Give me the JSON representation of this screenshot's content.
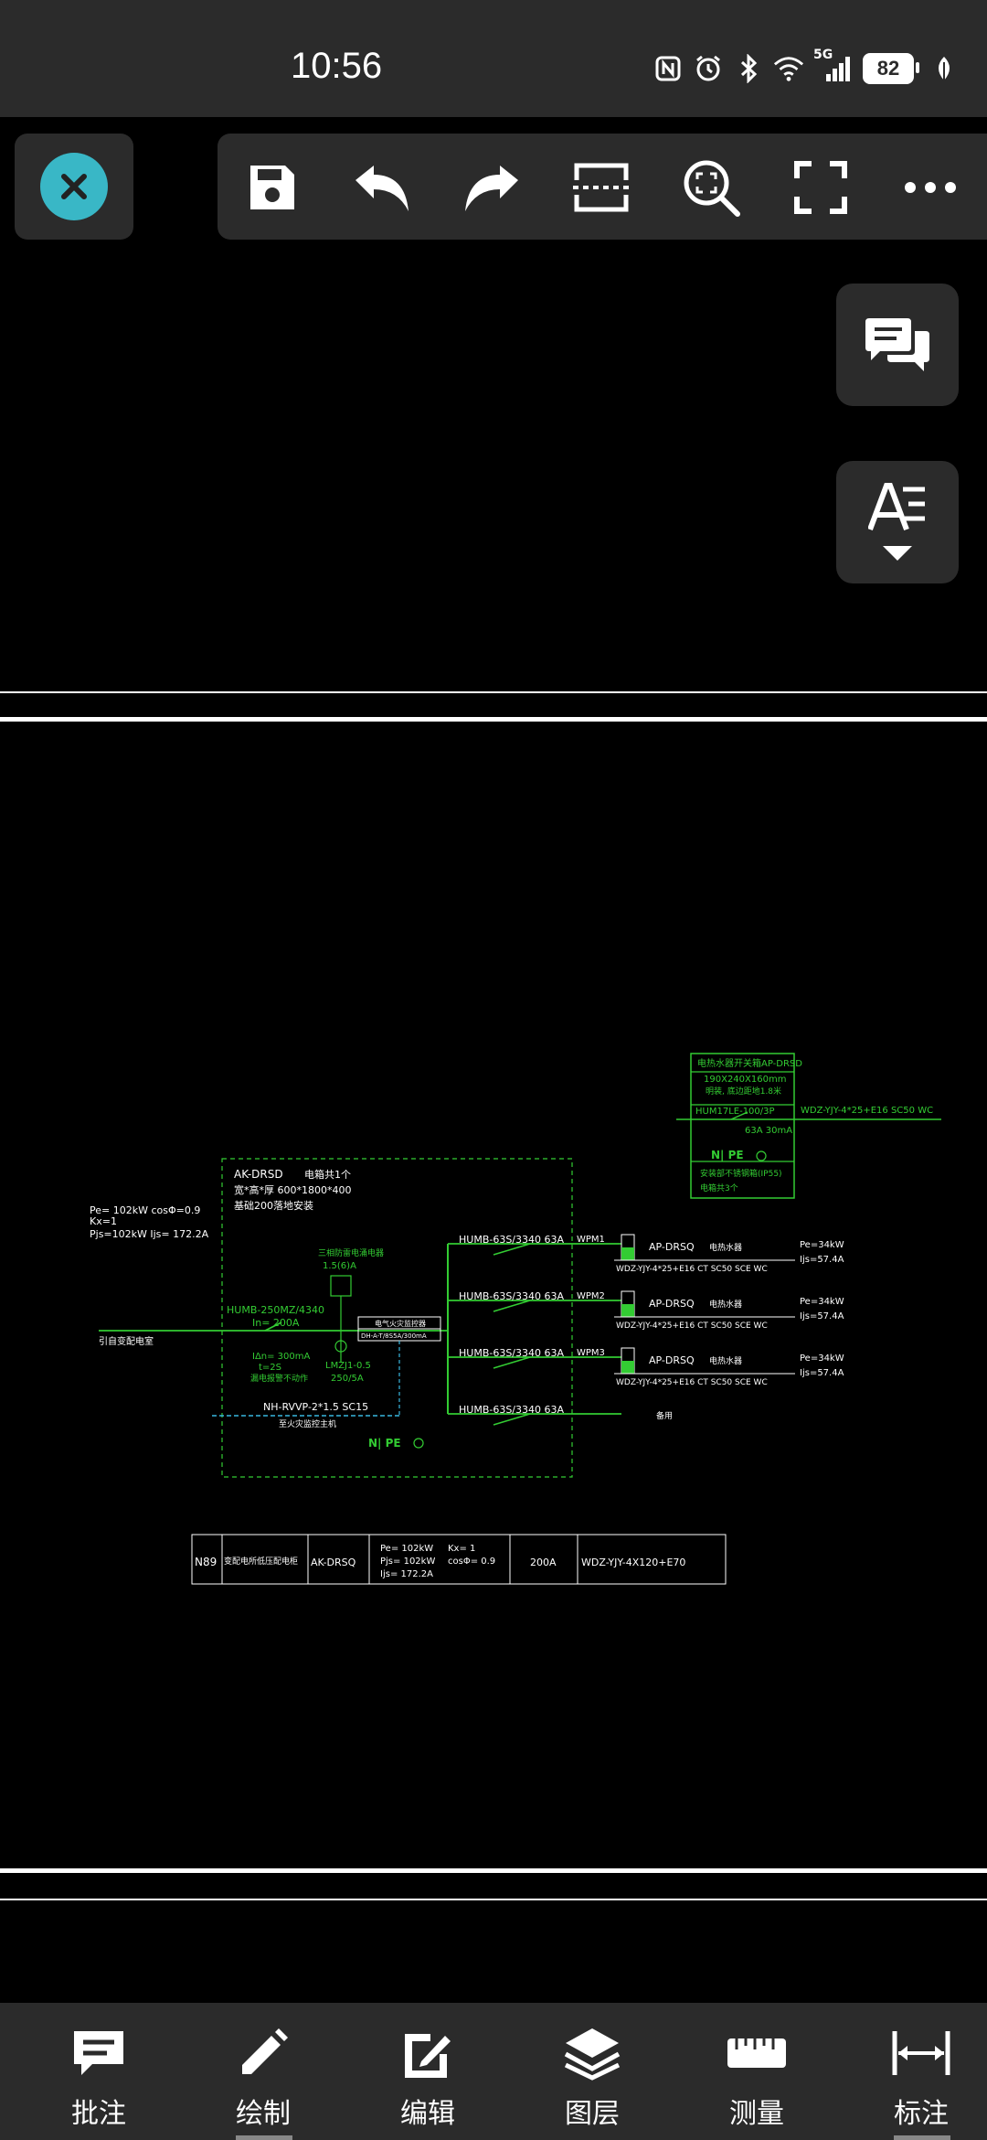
{
  "status_bar": {
    "time": "10:56",
    "battery": "82",
    "network": "5G",
    "icons": [
      "nfc-icon",
      "alarm-icon",
      "bluetooth-icon",
      "wifi-icon",
      "signal-icon",
      "battery-icon",
      "leaf-icon"
    ]
  },
  "toolbar": {
    "icons": [
      "close-icon",
      "save-icon",
      "undo-icon",
      "redo-icon",
      "section-icon",
      "zoom-fit-icon",
      "fullscreen-icon",
      "more-icon"
    ]
  },
  "side_buttons": [
    "comments-icon",
    "text-style-icon"
  ],
  "drawing": {
    "top_box_title": "电热水器开关箱AP-DRSD",
    "top_box_l1": "190X240X160mm",
    "top_box_l2": "明装, 底边距地1.8米",
    "top_box_breaker": "HUM17LE-100/3P",
    "top_box_rating": "63A  30mA",
    "top_box_np": "N|  PE",
    "top_box_note1": "安装部不锈钢箱(IP55)",
    "top_box_note2": "电箱共3个",
    "top_cable": "WDZ-YJY-4*25+E16  SC50  WC",
    "left_load_1": "Pe= 102kW   cosΦ=0.9",
    "left_load_2": "Kx=1",
    "left_load_3": "Pjs=102kW    Ijs= 172.2A",
    "main_box_name": "AK-DRSD",
    "main_box_count": "电箱共1个",
    "main_box_size": "宽*高*厚 600*1800*400",
    "main_box_install": "基础200落地安装",
    "surge_label": "三相防雷电涌电器",
    "surge_rating": "1.5(6)A",
    "main_breaker": "HUMB-250MZ/4340",
    "main_in": "In= 200A",
    "incoming": "引自变配电室",
    "leak_1": "IΔn= 300mA",
    "leak_2": "t=2S",
    "leak_3": "漏电报警不动作",
    "ct": "LMZJ1-0.5",
    "ct_ratio": "250/5A",
    "monitor": "电气火灾监控器",
    "monitor_model": "DH-A-T/8S5A/300mA",
    "signal_cable": "NH-RVVP-2*1.5  SC15",
    "fire_host": "至火灾监控主机",
    "main_np": "N|  PE",
    "branches": [
      {
        "breaker": "HUMB-63S/3340  63A",
        "code": "WPM1",
        "box": "AP-DRSQ",
        "device": "电热水器",
        "cable": "WDZ-YJY-4*25+E16  CT  SC50  SCE  WC",
        "pe": "Pe=34kW",
        "ijs": "Ijs=57.4A"
      },
      {
        "breaker": "HUMB-63S/3340  63A",
        "code": "WPM2",
        "box": "AP-DRSQ",
        "device": "电热水器",
        "cable": "WDZ-YJY-4*25+E16  CT  SC50  SCE  WC",
        "pe": "Pe=34kW",
        "ijs": "Ijs=57.4A"
      },
      {
        "breaker": "HUMB-63S/3340  63A",
        "code": "WPM3",
        "box": "AP-DRSQ",
        "device": "电热水器",
        "cable": "WDZ-YJY-4*25+E16  CT  SC50  SCE  WC",
        "pe": "Pe=34kW",
        "ijs": "Ijs=57.4A"
      },
      {
        "breaker": "HUMB-63S/3340  63A",
        "code": "",
        "box": "",
        "device": "备用",
        "cable": "",
        "pe": "",
        "ijs": ""
      }
    ],
    "table": {
      "c1": "N89",
      "c2": "变配电所低压配电柜",
      "c3": "AK-DRSQ",
      "c4a": "Pe= 102kW",
      "c4b": "Pjs= 102kW",
      "c4c": "Ijs= 172.2A",
      "c4d": "Kx= 1",
      "c4e": "cosΦ= 0.9",
      "c5": "200A",
      "c6": "WDZ-YJY-4X120+E70"
    }
  },
  "bottom_nav": [
    {
      "label": "批注",
      "icon": "annotation-icon"
    },
    {
      "label": "绘制",
      "icon": "pencil-icon"
    },
    {
      "label": "编辑",
      "icon": "edit-icon"
    },
    {
      "label": "图层",
      "icon": "layers-icon"
    },
    {
      "label": "测量",
      "icon": "ruler-icon"
    },
    {
      "label": "标注",
      "icon": "dimension-icon"
    }
  ]
}
